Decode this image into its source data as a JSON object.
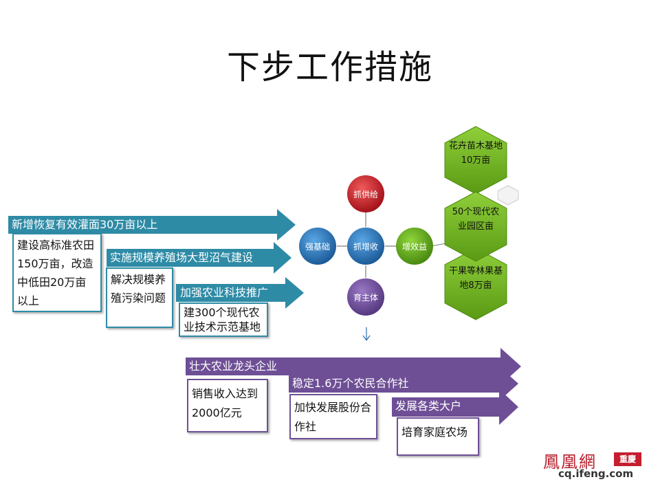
{
  "title": "下步工作措施",
  "colors": {
    "teal": "#2e8ba6",
    "purple": "#6e4f96",
    "green": "#5c9e1c",
    "red": "#b61d24",
    "blue": "#2a6fb0"
  },
  "left_arrows": [
    {
      "label": "新增恢复有效灌面30万亩以上",
      "box": "建设高标准农田150万亩，改造中低田20万亩以上"
    },
    {
      "label": "实施规模养殖场大型沼气建设",
      "box": "解决规模养殖污染问题"
    },
    {
      "label": "加强农业科技推广",
      "box": "建300个现代农业技术示范基地"
    }
  ],
  "center": {
    "label": "抓增收"
  },
  "satellites": {
    "top": "抓供给",
    "left": "强基础",
    "right": "增效益",
    "bottom": "育主体"
  },
  "hexagons": [
    {
      "label": "花卉苗木基地10万亩"
    },
    {
      "label": "50个现代农业园区亩"
    },
    {
      "label": "干果等林果基地8万亩"
    }
  ],
  "bottom_arrows": [
    {
      "label": "壮大农业龙头企业",
      "box": "销售收入达到2000亿元"
    },
    {
      "label": "稳定1.6万个农民合作社",
      "box": "加快发展股份合作社"
    },
    {
      "label": "发展各类大户",
      "box": "培育家庭农场"
    }
  ],
  "logo": {
    "name": "鳳凰網",
    "badge": "重慶",
    "url": "cq.ifeng.com"
  }
}
